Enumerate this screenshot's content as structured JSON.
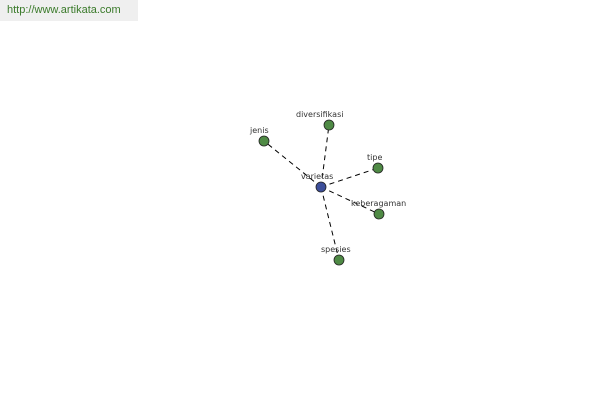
{
  "source": {
    "url_text": "http://www.artikata.com"
  },
  "colors": {
    "center_node": "#3d4f9a",
    "leaf_node": "#4f8a45",
    "link_text": "#3a7a2a"
  },
  "graph": {
    "center": {
      "id": "varietas",
      "label": "varietas"
    },
    "neighbors": [
      {
        "id": "diversifikasi",
        "label": "diversifikasi"
      },
      {
        "id": "jenis",
        "label": "jenis"
      },
      {
        "id": "tipe",
        "label": "tipe"
      },
      {
        "id": "keberagaman",
        "label": "keberagaman"
      },
      {
        "id": "spesies",
        "label": "spesies"
      }
    ]
  }
}
